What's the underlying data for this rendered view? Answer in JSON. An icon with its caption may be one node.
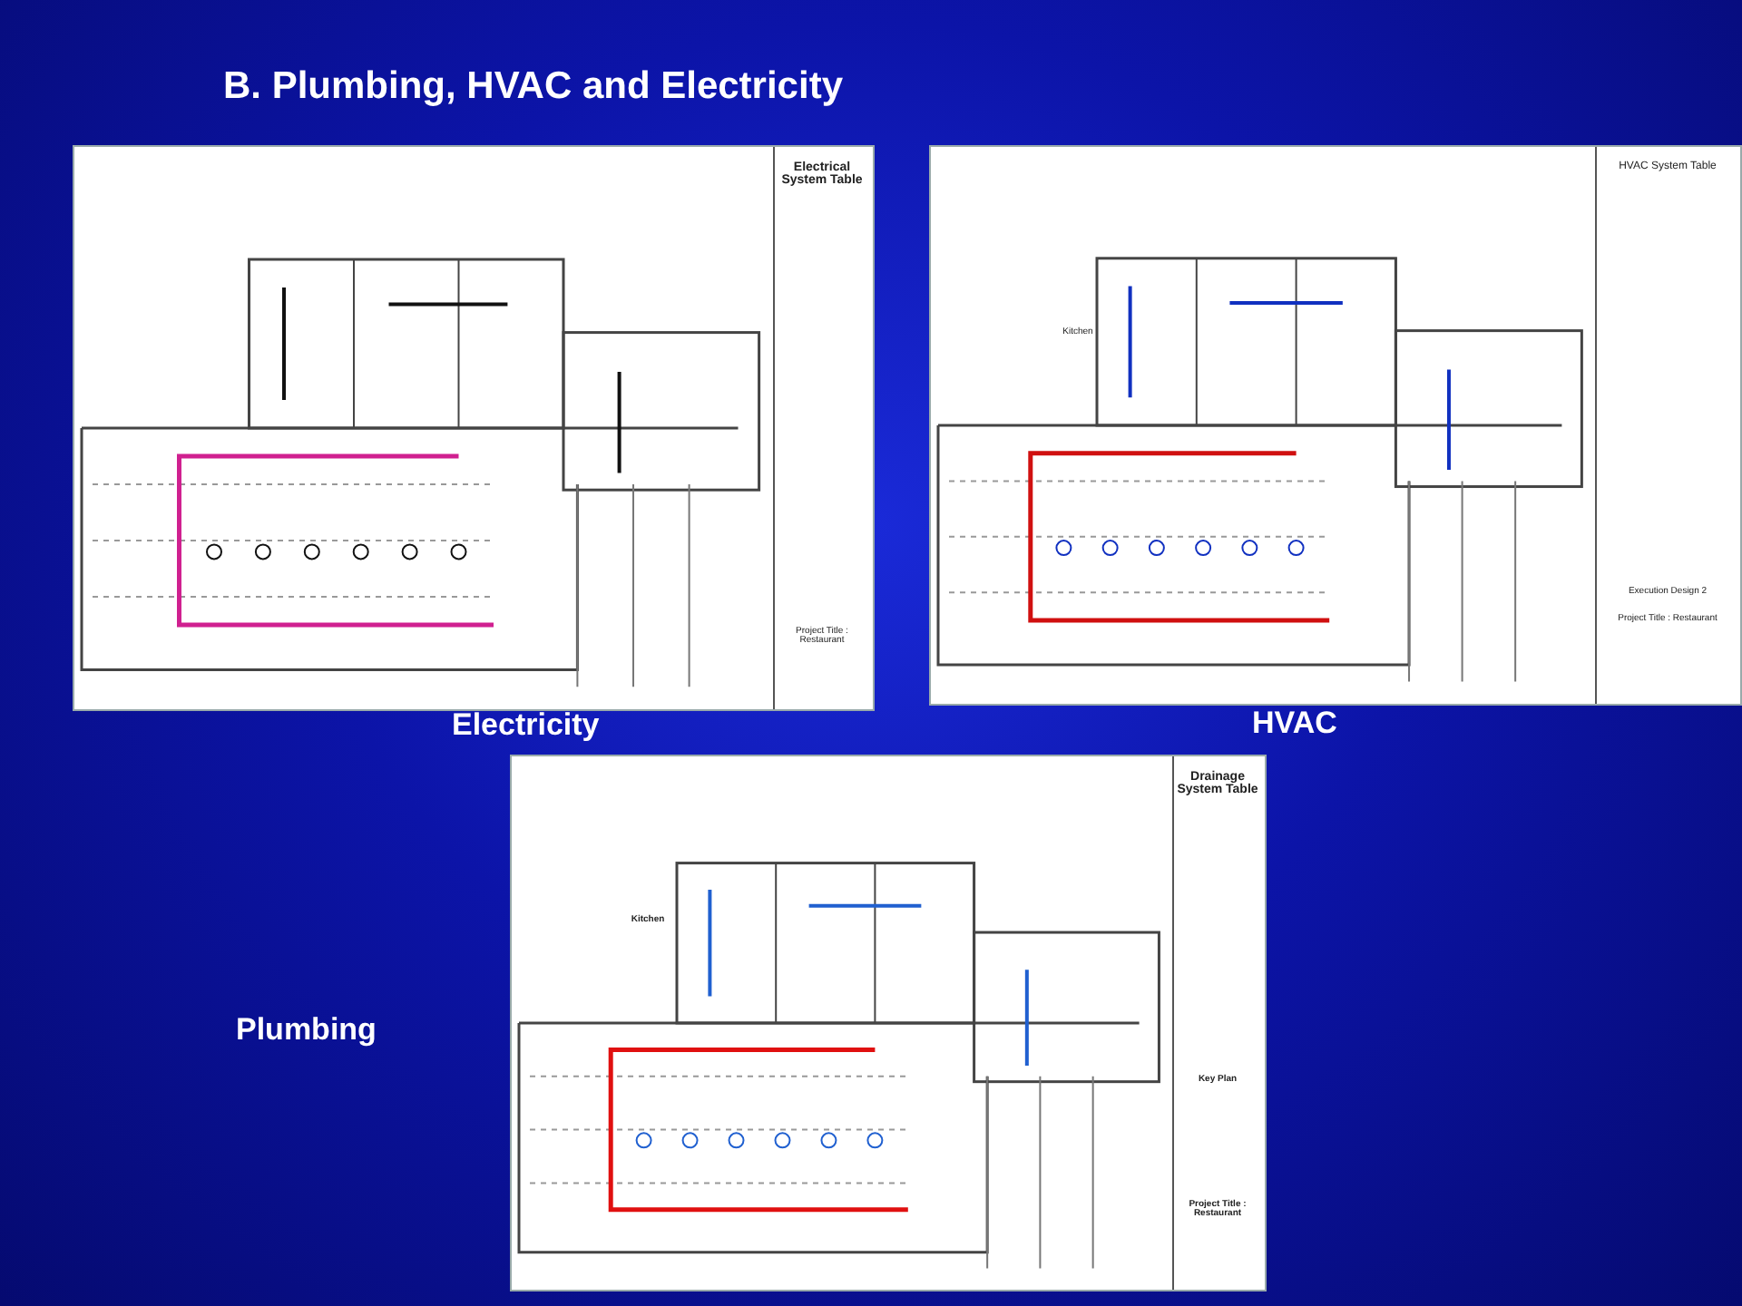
{
  "diagram": {
    "title": "B. Plumbing, HVAC and Electricity",
    "labels": [
      "Electrical System Table",
      "Project Title : Restaurant",
      "HVAC System Table",
      "Execution Design 2",
      "Project Title : Restaurant",
      "Kitchen",
      "Drainage System Table",
      "Kitchen",
      "Key Plan",
      "Project Title : Restaurant",
      "Electricity",
      "HVAC",
      "Plumbing"
    ]
  }
}
